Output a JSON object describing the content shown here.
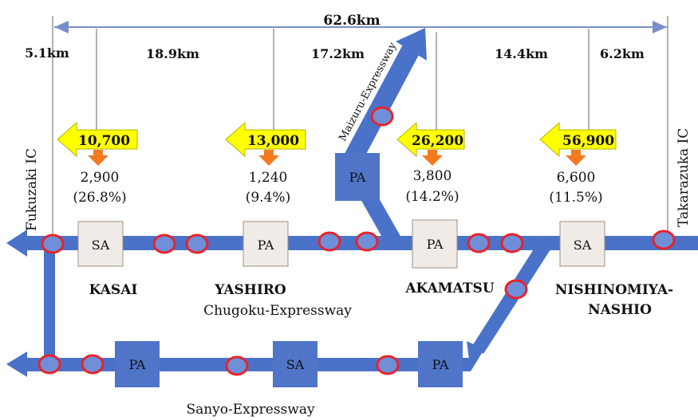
{
  "total_distance": "62.6km",
  "segments": [
    "5.1km",
    "18.9km",
    "17.2km",
    "14.4km",
    "6.2km"
  ],
  "ic_labels": {
    "left": "Fukuzaki IC",
    "right": "Takarazuka IC"
  },
  "roads": {
    "chugoku": "Chugoku-Expressway",
    "sanyo": "Sanyo-Expressway",
    "maizuru": "Maizuru-Expressway"
  },
  "areas": [
    {
      "name": "KASAI",
      "traffic": "10,700",
      "count": "2,900",
      "pct": "(26.8%)"
    },
    {
      "name": "YASHIRO",
      "traffic": "13,000",
      "count": "1,240",
      "pct": "(9.4%)"
    },
    {
      "name": "AKAMATSU",
      "traffic": "26,200",
      "count": "3,800",
      "pct": "(14.2%)"
    },
    {
      "name_line1": "NISHINOMIYA-",
      "name_line2": "NASHIO",
      "traffic": "56,900",
      "count": "6,600",
      "pct": "(11.5%)"
    }
  ],
  "box_labels": {
    "sa": "SA",
    "pa": "PA"
  },
  "colors": {
    "road": "#4a72c8",
    "box_pa": "#4f74c8",
    "box_sa": "#f0ebe6",
    "arrow_yellow": "#ffff00",
    "down_arrow": "#f47a1f",
    "marker": "#e8232a"
  }
}
